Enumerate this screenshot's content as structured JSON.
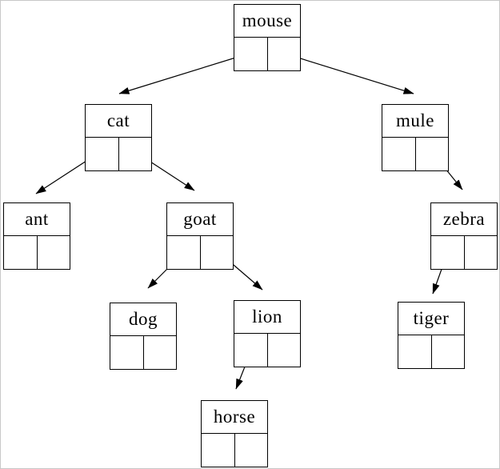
{
  "diagram": {
    "nodes": [
      {
        "id": "mouse",
        "label": "mouse"
      },
      {
        "id": "cat",
        "label": "cat"
      },
      {
        "id": "mule",
        "label": "mule"
      },
      {
        "id": "ant",
        "label": "ant"
      },
      {
        "id": "goat",
        "label": "goat"
      },
      {
        "id": "zebra",
        "label": "zebra"
      },
      {
        "id": "dog",
        "label": "dog"
      },
      {
        "id": "lion",
        "label": "lion"
      },
      {
        "id": "tiger",
        "label": "tiger"
      },
      {
        "id": "horse",
        "label": "horse"
      }
    ],
    "edges": [
      {
        "from": "mouse",
        "pointer": "left",
        "to": "cat"
      },
      {
        "from": "mouse",
        "pointer": "right",
        "to": "mule"
      },
      {
        "from": "cat",
        "pointer": "left",
        "to": "ant"
      },
      {
        "from": "cat",
        "pointer": "right",
        "to": "goat"
      },
      {
        "from": "goat",
        "pointer": "left",
        "to": "dog"
      },
      {
        "from": "goat",
        "pointer": "right",
        "to": "lion"
      },
      {
        "from": "lion",
        "pointer": "left",
        "to": "horse"
      },
      {
        "from": "mule",
        "pointer": "right",
        "to": "zebra"
      },
      {
        "from": "zebra",
        "pointer": "left",
        "to": "tiger"
      }
    ],
    "colors": {
      "background": "#ffffff",
      "line": "#000000",
      "frame": "#c8c8c8"
    }
  }
}
